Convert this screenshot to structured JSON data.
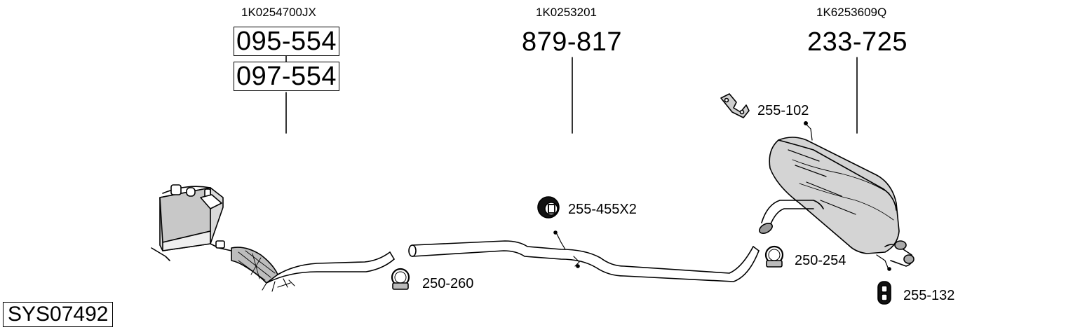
{
  "system_code": "SYS07492",
  "groups": [
    {
      "oem": "1K0254700JX",
      "parts": [
        "095-554",
        "097-554"
      ]
    },
    {
      "oem": "1K0253201",
      "parts": [
        "879-817"
      ]
    },
    {
      "oem": "1K6253609Q",
      "parts": [
        "233-725"
      ]
    }
  ],
  "accessories": {
    "hanger_1": "255-102",
    "rubber_1": "255-455X2",
    "clamp_1": "250-260",
    "clamp_2": "250-254",
    "rubber_2": "255-132"
  }
}
